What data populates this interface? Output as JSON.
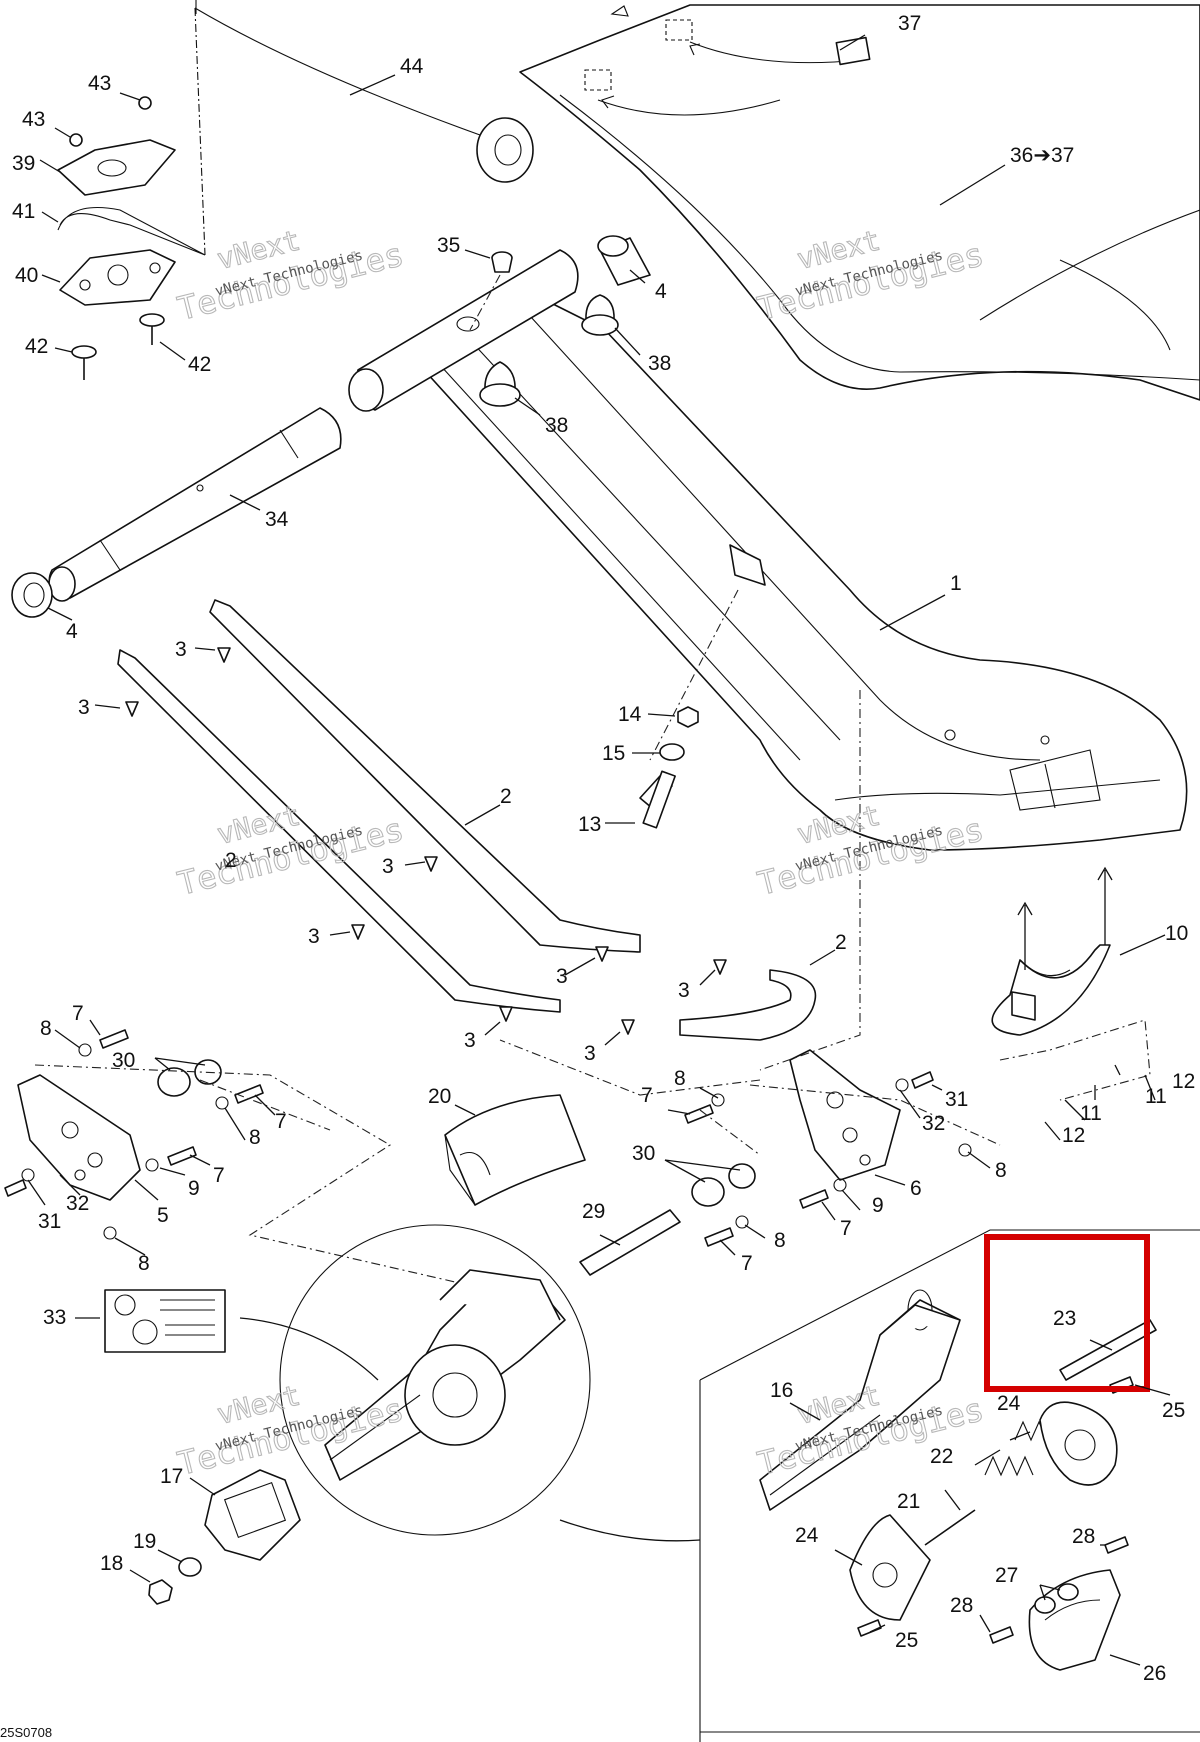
{
  "diagram": {
    "reference_code": "25S0708",
    "highlight_color": "#d40000",
    "watermark": {
      "line1": "vNext",
      "line2": "Technologies",
      "small": "vNext Technologies"
    },
    "callouts": {
      "c37": "37",
      "c36_37": "36➔37",
      "c44": "44",
      "c43a": "43",
      "c43b": "43",
      "c39": "39",
      "c41": "41",
      "c40": "40",
      "c42a": "42",
      "c42b": "42",
      "c35": "35",
      "c4a": "4",
      "c38a": "38",
      "c38b": "38",
      "c34": "34",
      "c4b": "4",
      "c1": "1",
      "c3a": "3",
      "c3b": "3",
      "c14": "14",
      "c15": "15",
      "c13": "13",
      "c2a": "2",
      "c2b": "2",
      "c3c": "3",
      "c3d": "3",
      "c2c": "2",
      "c10": "10",
      "c3e": "3",
      "c3f": "3",
      "c3g": "3",
      "c3h": "3",
      "c8a": "8",
      "c7a": "7",
      "c30a": "30",
      "c7b": "7",
      "c8b": "8",
      "c9a": "9",
      "c7c": "7",
      "c31a": "31",
      "c32a": "32",
      "c5": "5",
      "c8c": "8",
      "c20": "20",
      "c8d": "8",
      "c7d": "7",
      "c31b": "31",
      "c32b": "32",
      "c8e": "8",
      "c30b": "30",
      "c6": "6",
      "c9b": "9",
      "c7e": "7",
      "c8f": "8",
      "c7f": "7",
      "c29": "29",
      "c11a": "11",
      "c12a": "12",
      "c11b": "11",
      "c12b": "12",
      "c33": "33",
      "c23": "23",
      "c25a": "25",
      "c16": "16",
      "c24a": "24",
      "c22": "22",
      "c21": "21",
      "c24b": "24",
      "c28a": "28",
      "c27": "27",
      "c28b": "28",
      "c25b": "25",
      "c26": "26",
      "c17": "17",
      "c19": "19",
      "c18": "18"
    }
  }
}
